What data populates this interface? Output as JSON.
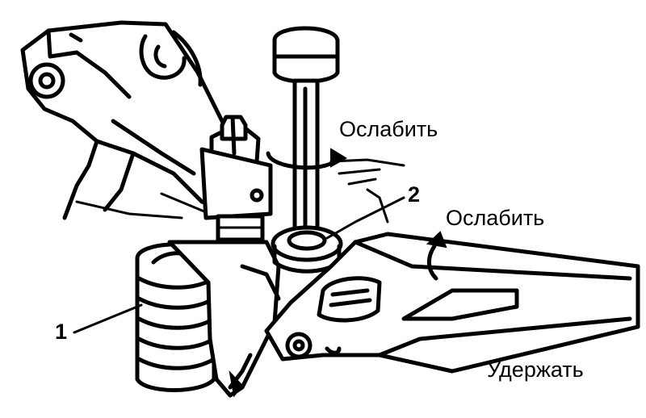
{
  "labels": {
    "loosen_top": "Ослабить",
    "loosen_right": "Ослабить",
    "hold": "Удержать",
    "callout_1": "1",
    "callout_2": "2"
  }
}
